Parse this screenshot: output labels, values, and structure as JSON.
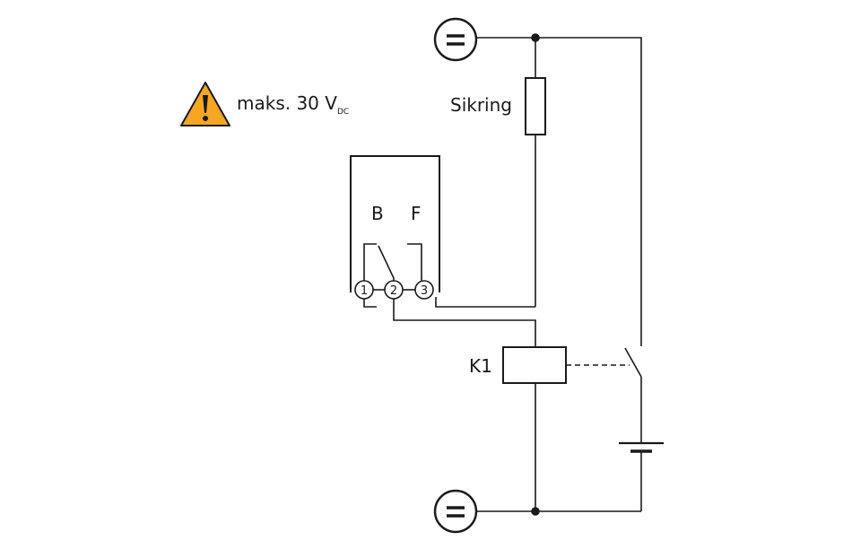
{
  "warning": {
    "icon": "warning-triangle-icon",
    "icon_color": "#f5a623",
    "text_main": "maks. 30 V",
    "text_sub": "DC"
  },
  "labels": {
    "fuse": "Sikring",
    "relay": "K1",
    "contact_b": "B",
    "contact_f": "F",
    "terminal_1": "1",
    "terminal_2": "2",
    "terminal_3": "3"
  },
  "symbols": {
    "dc_source_icon": "dc-source-icon",
    "supply_top_glyph": "=",
    "supply_bottom_glyph": "="
  },
  "colors": {
    "line": "#1a1a1a",
    "warning_fill": "#f5a623"
  }
}
